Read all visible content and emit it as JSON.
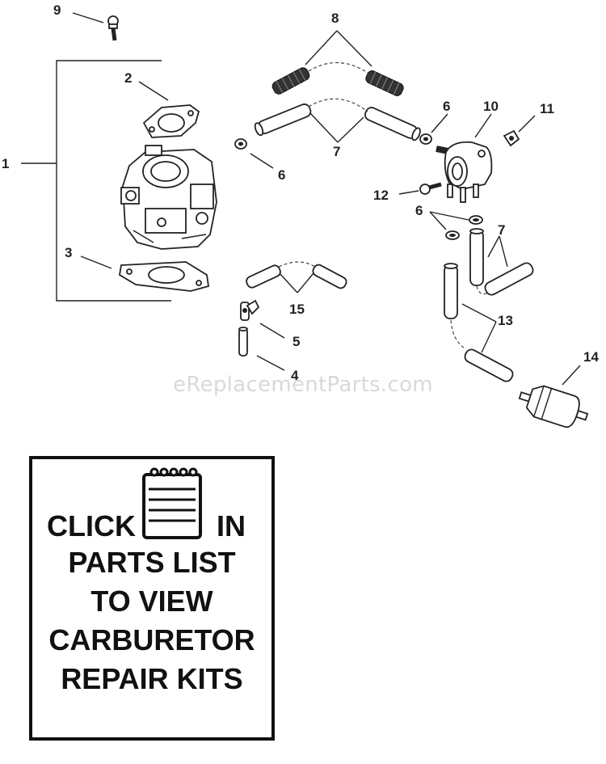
{
  "watermark": "eReplacementParts.com",
  "callouts": {
    "c1": "1",
    "c2": "2",
    "c3": "3",
    "c4": "4",
    "c5": "5",
    "c6a": "6",
    "c6b": "6",
    "c6c": "6",
    "c7a": "7",
    "c7b": "7",
    "c8": "8",
    "c9": "9",
    "c10": "10",
    "c11": "11",
    "c12": "12",
    "c13": "13",
    "c14": "14",
    "c15": "15"
  },
  "kit_box": {
    "line1_left": "CLICK",
    "line1_right": "IN",
    "line2": "PARTS LIST",
    "line3": "TO VIEW",
    "line4": "CARBURETOR",
    "line5": "REPAIR KITS"
  }
}
